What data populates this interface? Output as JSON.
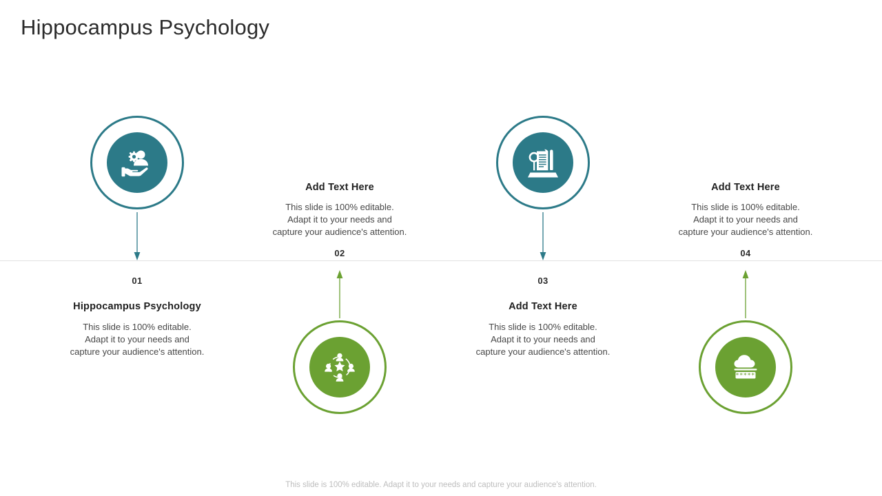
{
  "slide": {
    "title": "Hippocampus Psychology",
    "footer": "This slide is 100% editable. Adapt it to your needs and capture your audience's attention.",
    "accent_teal": "#2c7a88",
    "accent_green": "#6ba132",
    "divider_color": "#e2e2e2"
  },
  "items": [
    {
      "number": "01",
      "heading": "Hippocampus Psychology",
      "body": "This slide is 100% editable. Adapt it to your needs and capture your audience's attention.",
      "body_line1": "This slide is 100% editable.",
      "body_line2": "Adapt it to your needs and",
      "body_line3": "capture your audience's attention.",
      "icon": "hand-holding-person-gear-icon",
      "color": "#2c7a88",
      "position": "top",
      "arrow": "arrow-down-icon"
    },
    {
      "number": "02",
      "heading": "Add Text Here",
      "body": "This slide is 100% editable. Adapt it to your needs and capture your audience's attention.",
      "body_line1": "This slide is 100% editable.",
      "body_line2": "Adapt it to your needs and",
      "body_line3": "capture your audience's attention.",
      "icon": "people-network-star-icon",
      "color": "#6ba132",
      "position": "bottom",
      "arrow": "arrow-up-icon"
    },
    {
      "number": "03",
      "heading": "Add Text Here",
      "body": "This slide is 100% editable. Adapt it to your needs and capture your audience's attention.",
      "body_line1": "This slide is 100% editable.",
      "body_line2": "Adapt it to your needs and",
      "body_line3": "capture your audience's attention.",
      "icon": "document-magnifier-icon",
      "color": "#2c7a88",
      "position": "top",
      "arrow": "arrow-down-icon"
    },
    {
      "number": "04",
      "heading": "Add Text Here",
      "body": "This slide is 100% editable. Adapt it to your needs and capture your audience's attention.",
      "body_line1": "This slide is 100% editable.",
      "body_line2": "Adapt it to your needs and",
      "body_line3": "capture your audience's attention.",
      "icon": "cloud-password-icon",
      "color": "#6ba132",
      "position": "bottom",
      "arrow": "arrow-up-icon"
    }
  ]
}
